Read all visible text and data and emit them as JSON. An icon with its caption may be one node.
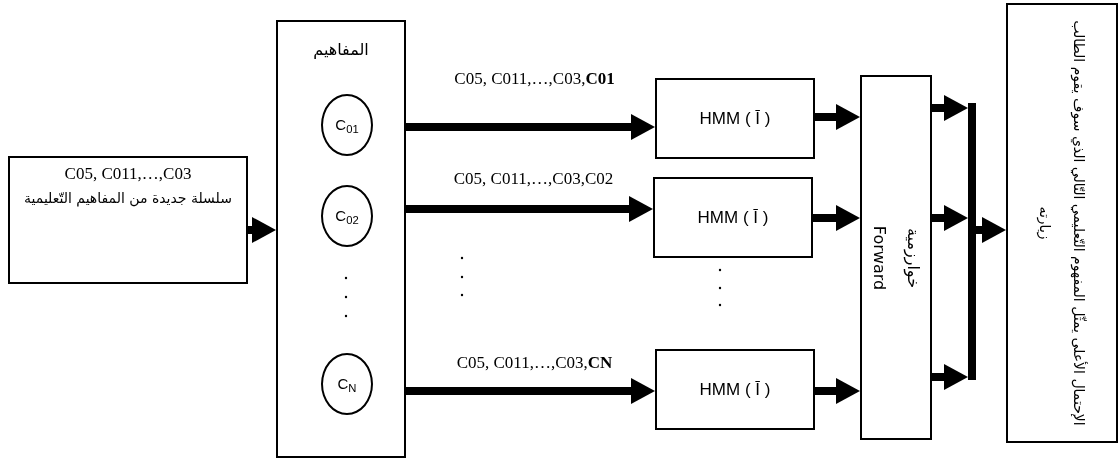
{
  "diagram": {
    "nodes": [
      {
        "text": [
          "C05, C011,…,C03",
          "سلسلة جديدة من المفاهيم التّعليمية"
        ]
      },
      {
        "text": [
          "المفاهيم"
        ]
      },
      {
        "text": [
          "C$_{01}$"
        ],
        "in": 1
      },
      {
        "text": [
          "C$_{02}$"
        ],
        "in": 1
      },
      {
        "text": [
          "C$_{N}$"
        ],
        "in": 1
      },
      {
        "text": [
          "HMM ( Ī )"
        ]
      },
      {
        "text": [
          "HMM ( Ī )"
        ]
      },
      {
        "text": [
          "HMM ( Ī )"
        ]
      },
      {
        "text": [
          "خوارزمية",
          "Forward"
        ]
      },
      {
        "text": [
          "الإحتمال الأعلى يمثّل المفهوم التّعليمي التّالي الذي سوف يقوم الطالب زيارته"
        ]
      },
      {
        "text": [],
        "shape": "bar"
      }
    ],
    "edges": [
      {
        "from": 0,
        "to": 1,
        "arrow": "to"
      },
      {
        "from": 1,
        "to": 5,
        "arrow": "to",
        "label": "C05, C011,…,C03,**C01**"
      },
      {
        "from": 1,
        "to": 6,
        "arrow": "to",
        "label": "C05, C011,…,C03,C02"
      },
      {
        "from": 1,
        "to": 7,
        "arrow": "to",
        "label": "C05, C011,…,C03,**CN**"
      },
      {
        "from": 5,
        "to": 8,
        "arrow": "to"
      },
      {
        "from": 6,
        "to": 8,
        "arrow": "to"
      },
      {
        "from": 7,
        "to": 8,
        "arrow": "to"
      },
      {
        "from": 8,
        "to": 10,
        "arrow": "to"
      },
      {
        "from": 8,
        "to": 10,
        "arrow": "to"
      },
      {
        "from": 8,
        "to": 10,
        "arrow": "to"
      },
      {
        "from": 10,
        "to": 9,
        "arrow": "to"
      }
    ]
  }
}
